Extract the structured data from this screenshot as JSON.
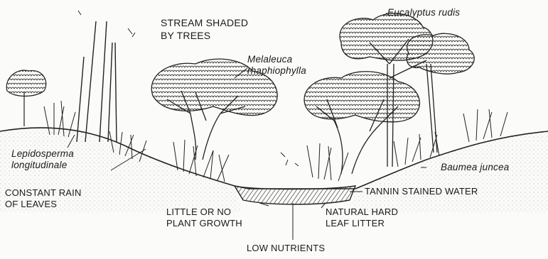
{
  "labels": {
    "stream_shaded": [
      "STREAM SHADED",
      "BY TREES"
    ],
    "eucalyptus": "Eucalyptus rudis",
    "melaleuca": [
      "Melaleuca",
      "rhaphiophylla"
    ],
    "lepidosperma": [
      "Lepidosperma",
      "longitudinale"
    ],
    "baumea": "Baumea juncea",
    "rain_of_leaves": [
      "CONSTANT RAIN",
      "OF LEAVES"
    ],
    "tannin": "TANNIN STAINED WATER",
    "little_growth": [
      "LITTLE OR NO",
      "PLANT GROWTH"
    ],
    "leaf_litter": [
      "NATURAL HARD",
      "LEAF LITTER"
    ],
    "low_nutrients": "LOW NUTRIENTS"
  },
  "colors": {
    "ink": "#1a1a1a",
    "paper": "#fbfbf9"
  }
}
